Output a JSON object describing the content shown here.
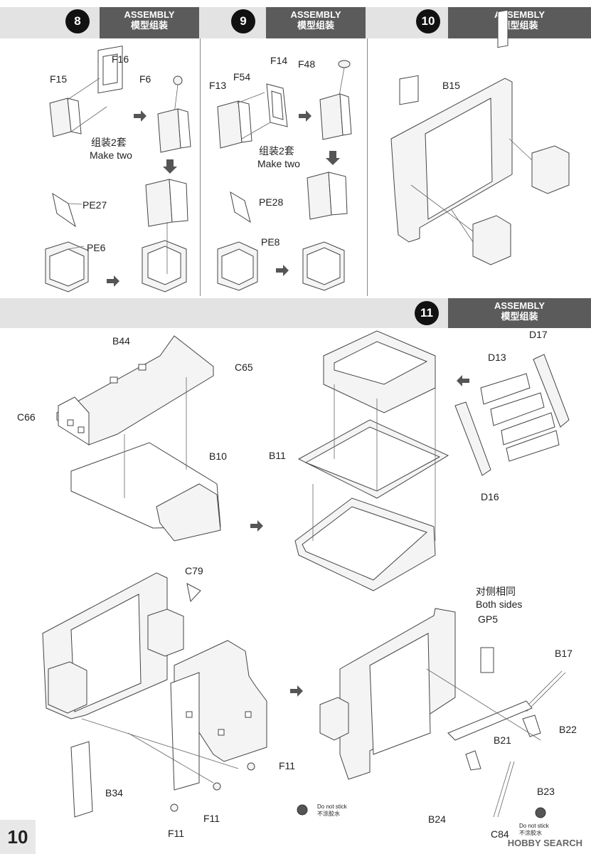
{
  "steps": [
    {
      "number": "8",
      "title_en": "ASSEMBLY",
      "title_cn": "模型组装"
    },
    {
      "number": "9",
      "title_en": "ASSEMBLY",
      "title_cn": "模型组装"
    },
    {
      "number": "10",
      "title_en": "ASSEMBLY",
      "title_cn": "模型组装"
    },
    {
      "number": "11",
      "title_en": "ASSEMBLY",
      "title_cn": "模型组装"
    }
  ],
  "step8": {
    "labels": [
      "F16",
      "F15",
      "F6",
      "PE27",
      "PE6"
    ],
    "make_two_cn": "组装2套",
    "make_two_en": "Make two"
  },
  "step9": {
    "labels": [
      "F14",
      "F54",
      "F48",
      "F13",
      "PE28",
      "PE8"
    ],
    "make_two_cn": "组装2套",
    "make_two_en": "Make two"
  },
  "step10": {
    "labels": [
      "B15"
    ]
  },
  "step11": {
    "labels_top": [
      "B44",
      "C65",
      "C66",
      "B10",
      "B11",
      "D17",
      "D13",
      "D16"
    ],
    "labels_bottom": [
      "C79",
      "GP5",
      "B17",
      "B22",
      "B21",
      "B23",
      "B24",
      "C84",
      "B34",
      "F11",
      "F11",
      "F11"
    ],
    "both_sides_cn": "对侧相同",
    "both_sides_en": "Both sides",
    "no_stick_en": "Do not stick",
    "no_stick_cn": "不涂胶水"
  },
  "page_number": "10",
  "watermark": "HOBBY SEARCH",
  "colors": {
    "header_bg": "#5b5b5b",
    "band_bg": "#e3e3e3",
    "step_circle": "#111111"
  }
}
